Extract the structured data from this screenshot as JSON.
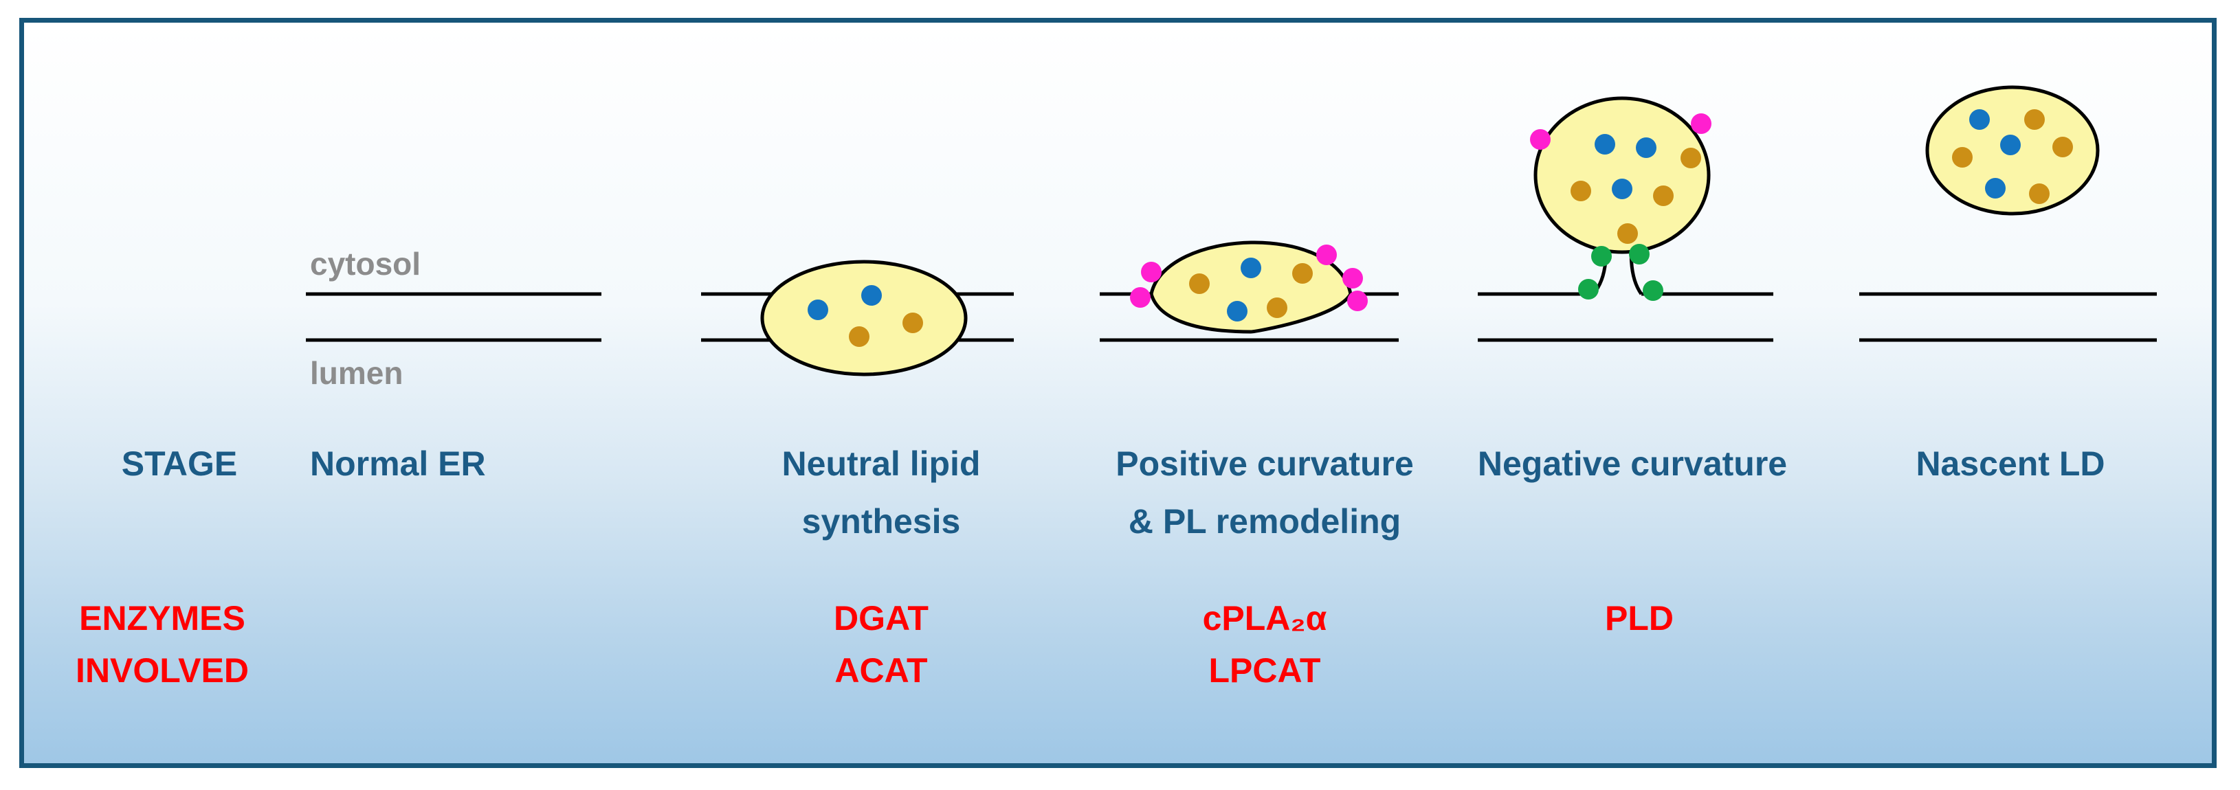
{
  "annotations": {
    "cytosol": "cytosol",
    "lumen": "lumen"
  },
  "row_labels": {
    "stage": "STAGE",
    "enzymes_line1": "ENZYMES",
    "enzymes_line2": "INVOLVED"
  },
  "stages": [
    {
      "line1": "Normal ER",
      "line2": "",
      "enzymes": [
        "",
        ""
      ]
    },
    {
      "line1": "Neutral lipid",
      "line2": "synthesis",
      "enzymes": [
        "DGAT",
        "ACAT"
      ]
    },
    {
      "line1": "Positive curvature",
      "line2": "& PL remodeling",
      "enzymes": [
        "cPLA₂α",
        "LPCAT"
      ]
    },
    {
      "line1": "Negative curvature",
      "line2": "",
      "enzymes": [
        "PLD",
        ""
      ]
    },
    {
      "line1": "Nascent LD",
      "line2": "",
      "enzymes": [
        "",
        ""
      ]
    }
  ],
  "colors": {
    "border": "#17567a",
    "stage_text": "#1c5b86",
    "enzyme_text": "#ff0000",
    "annotation_text": "#8c8c8c",
    "lipid_fill": "#fbf6a8",
    "blue_dot": "#1475c2",
    "gold_dot": "#cc8f16",
    "magenta_dot": "#ff1fcf",
    "green_dot": "#14a84a"
  }
}
